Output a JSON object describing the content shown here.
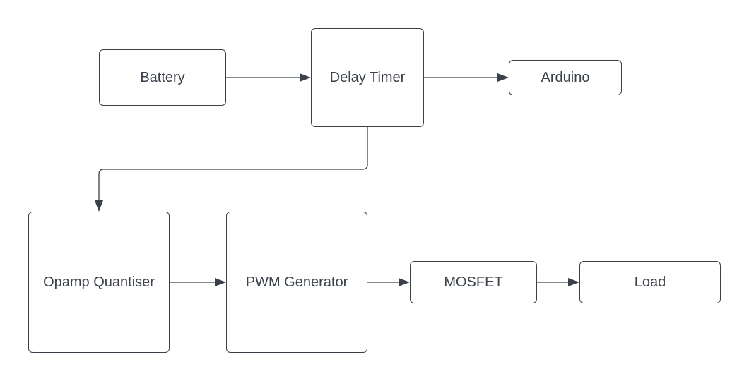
{
  "diagram": {
    "nodes": {
      "battery": "Battery",
      "delay_timer": "Delay Timer",
      "arduino": "Arduino",
      "opamp_quantiser": "Opamp Quantiser",
      "pwm_generator": "PWM Generator",
      "mosfet": "MOSFET",
      "load": "Load"
    },
    "edges": [
      {
        "from": "Battery",
        "to": "Delay Timer"
      },
      {
        "from": "Delay Timer",
        "to": "Arduino"
      },
      {
        "from": "Delay Timer",
        "to": "Opamp Quantiser"
      },
      {
        "from": "Opamp Quantiser",
        "to": "PWM Generator"
      },
      {
        "from": "PWM Generator",
        "to": "MOSFET"
      },
      {
        "from": "MOSFET",
        "to": "Load"
      }
    ],
    "colors": {
      "stroke": "#3a414a",
      "text": "#3a414a",
      "background": "#ffffff"
    }
  }
}
